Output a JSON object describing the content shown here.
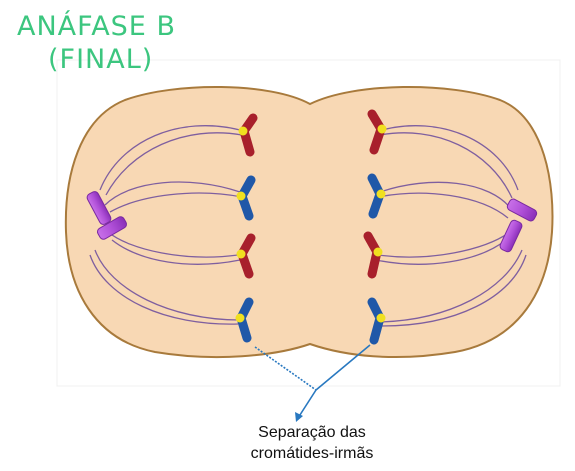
{
  "title": {
    "line1": "ANÁFASE B",
    "line2": "(FINAL)"
  },
  "caption": {
    "line1": "Separação das",
    "line2": "cromátides-irmãs"
  },
  "colors": {
    "title": "#3cc67f",
    "cell_fill": "#f8d8b4",
    "cell_border": "#a87a3c",
    "chromatid_red": "#a8202c",
    "chromatid_blue": "#2058a8",
    "centromere": "#f0e020",
    "spindle": "#6a4a9c",
    "centriole": "#b050d8",
    "pointer": "#2878c0"
  }
}
